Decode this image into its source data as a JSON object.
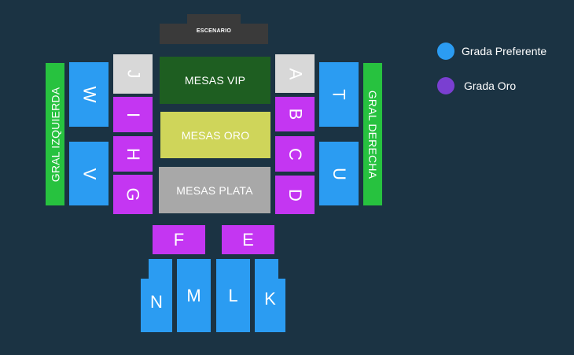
{
  "stage": {
    "label": "ESCENARIO"
  },
  "tables": {
    "vip": {
      "label": "MESAS VIP",
      "color": "#1e5e21"
    },
    "oro": {
      "label": "MESAS ORO",
      "color": "#cfd55a"
    },
    "plata": {
      "label": "MESAS PLATA",
      "color": "#a8a8a8"
    }
  },
  "general": {
    "left": "GRAL IZQUIERDA",
    "right": "GRAL DERECHA"
  },
  "sections": {
    "W": "W",
    "V": "V",
    "J": "J",
    "I": "I",
    "H": "H",
    "G": "G",
    "A": "A",
    "B": "B",
    "C": "C",
    "D": "D",
    "T": "T",
    "U": "U",
    "F": "F",
    "E": "E",
    "N": "N",
    "M": "M",
    "L": "L",
    "K": "K"
  },
  "legend": [
    {
      "label": "Grada Preferente",
      "color": "#2b9cf2"
    },
    {
      "label": "Grada Oro",
      "color": "#7a3fd1"
    }
  ],
  "colors": {
    "background": "#1b3343",
    "preferente": "#2b9cf2",
    "oro_seat": "#c436f2",
    "general": "#27c23f",
    "stage": "#3a3a3a"
  }
}
